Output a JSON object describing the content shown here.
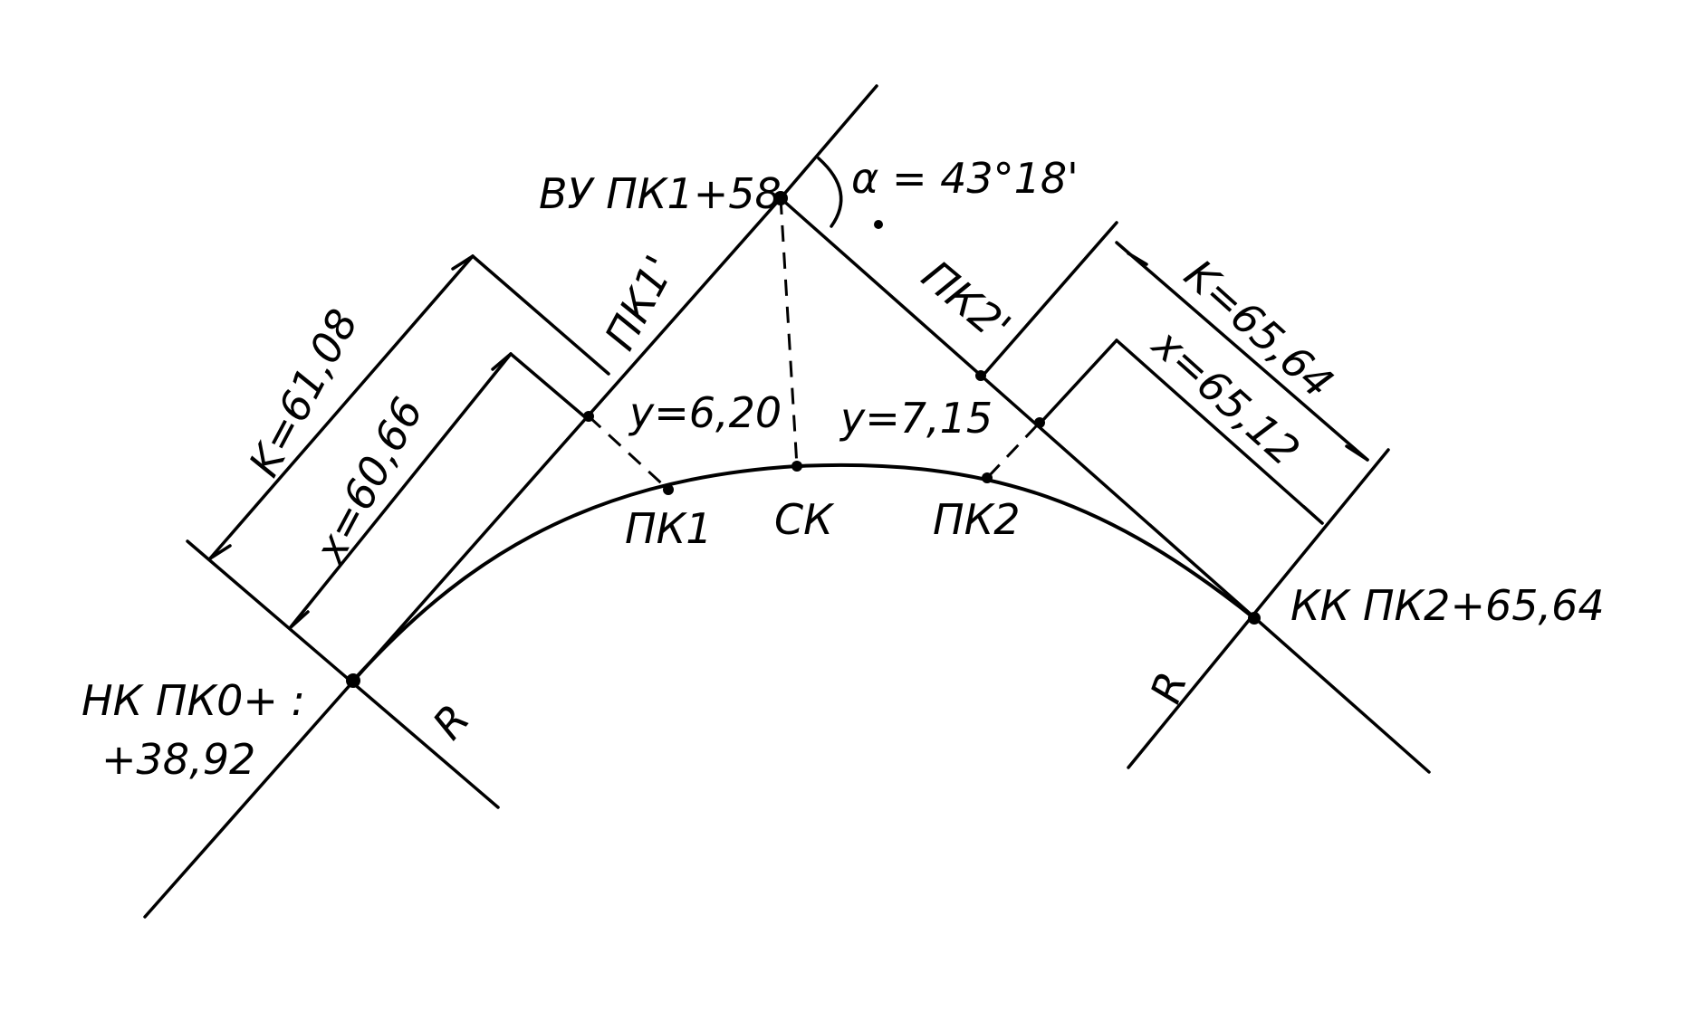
{
  "labels": {
    "vu": "ВУ ПК1+58",
    "alpha": "α = 43°18'",
    "pk1_prime": "ПК1'",
    "pk2_prime": "ПК2'",
    "k_left": "K=61,08",
    "x_left": "x=60,66",
    "k_right": "K=65,64",
    "x_right": "x=65,12",
    "y_left": "y=6,20",
    "y_right": "y=7,15",
    "pk1": "ПК1",
    "ck": "СК",
    "pk2": "ПК2",
    "nk_line1": "НК ПК0+ :",
    "nk_line2": "+38,92",
    "kk": "КК ПК2+65,64",
    "r_left": "R",
    "r_right": "R"
  }
}
